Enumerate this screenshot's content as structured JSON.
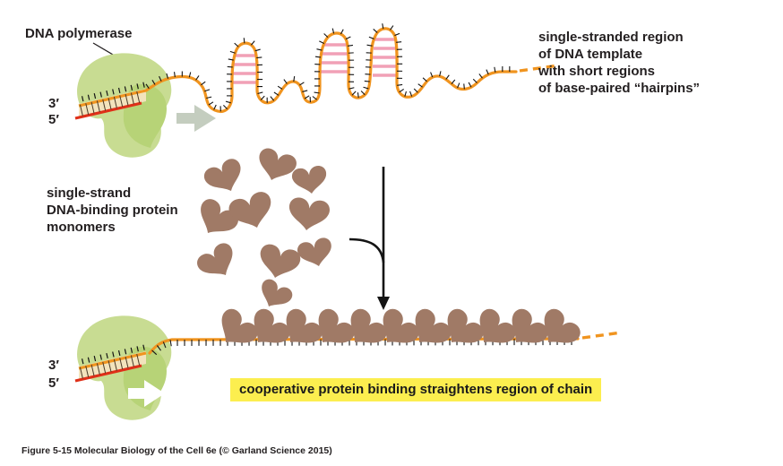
{
  "labels": {
    "dna_polymerase": "DNA polymerase",
    "three_prime": "3′",
    "five_prime": "5′",
    "ssdna_note": [
      "single-stranded region",
      "of DNA template",
      "with short regions",
      "of base-paired “hairpins”"
    ],
    "ssb_note": [
      "single-strand",
      "DNA-binding protein",
      "monomers"
    ],
    "highlight": "cooperative protein binding straightens region of chain",
    "caption": "Figure 5-15 Molecular Biology of the Cell 6e (© Garland Science 2015)"
  },
  "colors": {
    "strand_orange": "#f0941f",
    "primer_red": "#df2f18",
    "polymerase_green": "#c8dc92",
    "polymerase_green_dark": "#b7d377",
    "protein_brown": "#a07a66",
    "hairpin_pink": "#f1a0b6",
    "duplex_tan": "#f2e3bd",
    "highlight_yellow": "#fcee4f",
    "step_arrow_gray": "#c4cdbf",
    "text_dark": "#231f20"
  }
}
